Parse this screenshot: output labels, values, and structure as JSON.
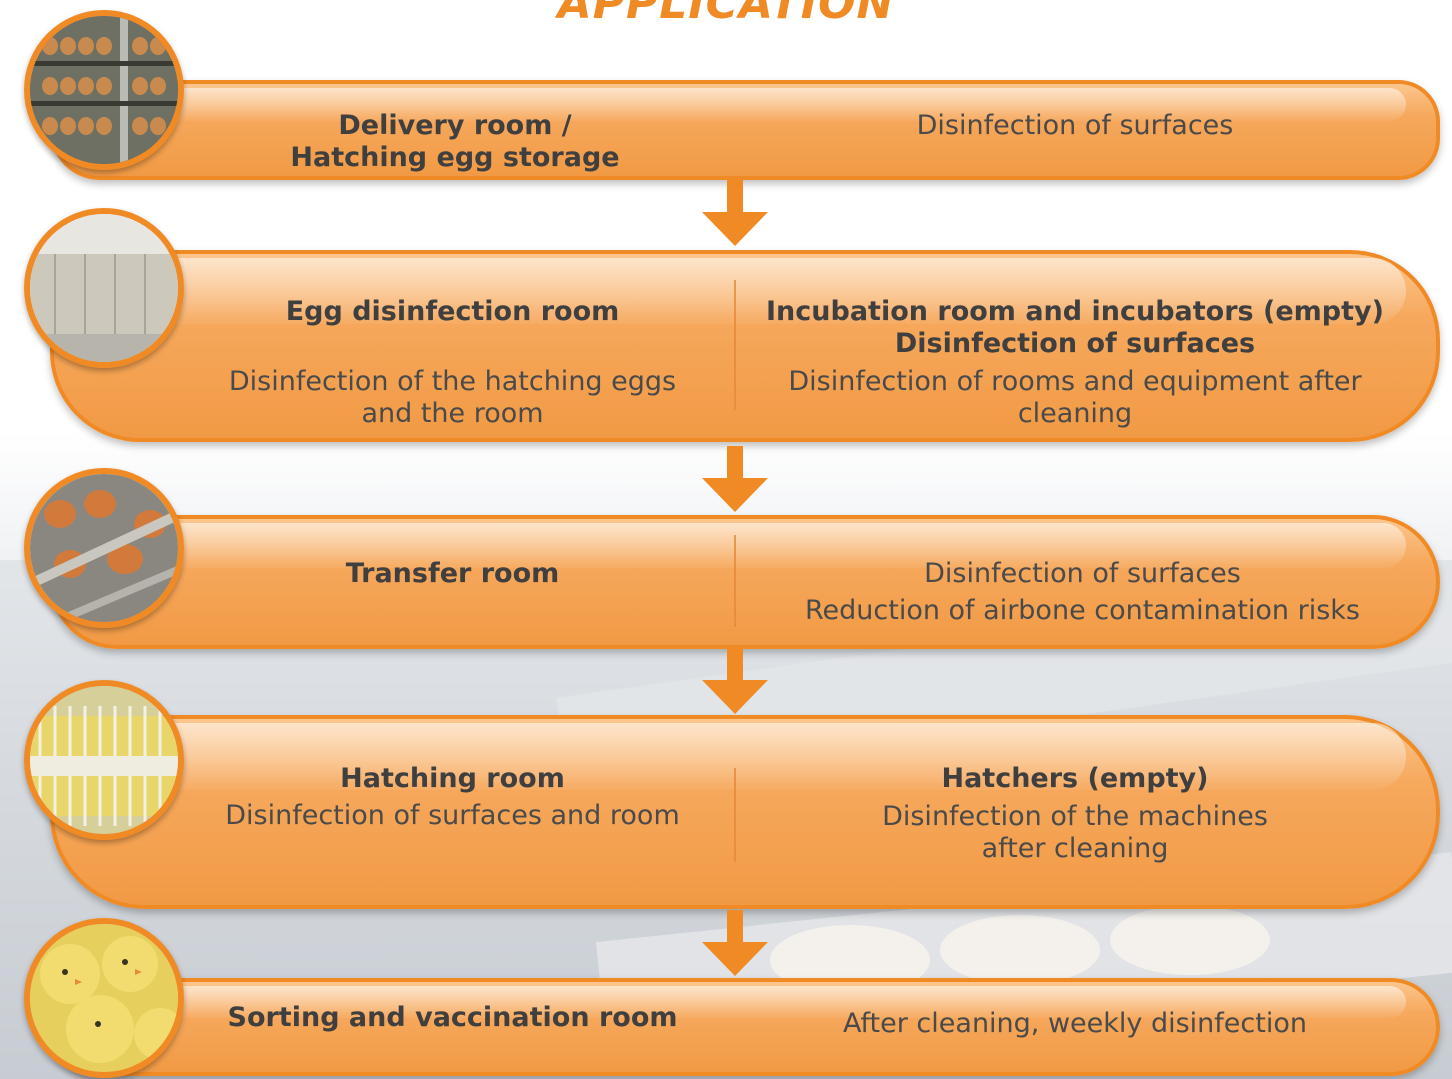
{
  "title": "APPLICATION",
  "steps": [
    {
      "room": "Delivery room /\nHatching egg storage",
      "right": "Disinfection of surfaces",
      "image": "egg-racks-photo"
    },
    {
      "room": "Egg disinfection room",
      "room_detail": "Disinfection of the hatching eggs\nand the room",
      "right_title": "Incubation room and incubators (empty)\nDisinfection of surfaces",
      "right_detail": "Disinfection of rooms and equipment after\ncleaning",
      "image": "incubation-room-photo"
    },
    {
      "room": "Transfer room",
      "right_detail": "Disinfection of surfaces\nReduction of airbone contamination risks",
      "image": "egg-conveyor-photo"
    },
    {
      "room": "Hatching room",
      "room_detail": "Disinfection of surfaces and room",
      "right_title": "Hatchers (empty)",
      "right_detail": "Disinfection of the machines\nafter cleaning",
      "image": "hatcher-trays-photo"
    },
    {
      "room": "Sorting and vaccination room",
      "right": "After cleaning, weekly disinfection",
      "image": "chicks-photo"
    }
  ],
  "colors": {
    "accent": "#f08a24",
    "pill": "#f6a85c",
    "text": "#444444"
  },
  "icons": [
    "down-arrow-icon"
  ]
}
